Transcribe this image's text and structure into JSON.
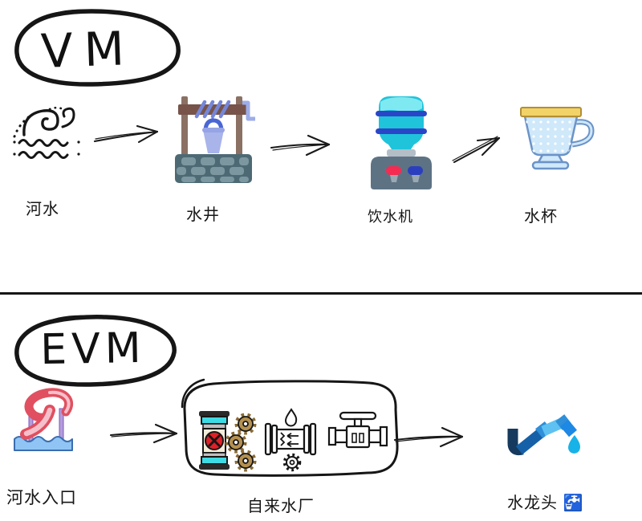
{
  "vm": {
    "title": "VM",
    "labels": {
      "river": "河水",
      "well": "水井",
      "dispenser": "饮水机",
      "cup": "水杯"
    }
  },
  "evm": {
    "title": "EVM",
    "labels": {
      "inlet": "河水入口",
      "plant": "自来水厂",
      "faucet": "水龙头 🚰"
    }
  },
  "icons": [
    "river-waves-icon",
    "water-well-icon",
    "water-dispenser-icon",
    "teacup-icon",
    "water-slide-icon",
    "water-plant-box-icon",
    "filter-tank-icon",
    "gears-icon",
    "pipe-icon",
    "valve-icon",
    "faucet-wave-icon",
    "arrow-icon"
  ],
  "colors": {
    "ink": "#161616",
    "bottle_cyan": "#1fc4da",
    "bottle_cyan_light": "#7fe9f1",
    "band_blue": "#2a46c8",
    "dispenser_body": "#5d7384",
    "tap_red": "#f52b52",
    "tap_blue": "#2b3fbe",
    "well_post_brown": "#8a7164",
    "well_bar_brown": "#77534a",
    "rope_purple": "#7586d8",
    "bucket_periwinkle": "#a9b4ea",
    "stone_dark": "#4d6a74",
    "stone_light": "#7d97a0",
    "cup_blue": "#cfe8fa",
    "cup_outline": "#6b93c8",
    "rim_yellow": "#f2d368",
    "slide_red": "#e05060",
    "slide_pink": "#f6c0cb",
    "post_purple": "#b39ddb",
    "pool_blue": "#8fc4f4",
    "gear_brown": "#b5904f",
    "tank_cyan": "#3fdbe4",
    "tank_red": "#e11f26",
    "faucet_navy": "#153a5e",
    "faucet_blue": "#1660a8",
    "faucet_sky": "#5ec1f2",
    "faucet_drop": "#17b2e8"
  }
}
